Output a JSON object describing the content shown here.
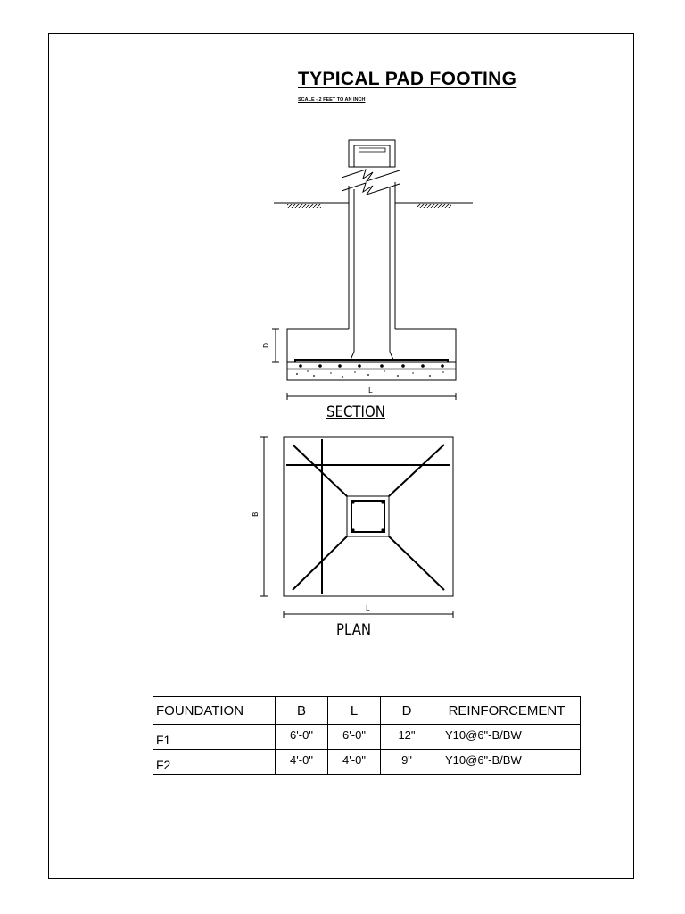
{
  "drawing": {
    "title": "TYPICAL PAD FOOTING",
    "scale_note": "SCALE - 2 FEET TO AN INCH",
    "section": {
      "caption": "SECTION",
      "dim_width": "L",
      "dim_depth": "D"
    },
    "plan": {
      "caption": "PLAN",
      "dim_width": "L",
      "dim_length": "B"
    }
  },
  "schedule": {
    "headers": [
      "FOUNDATION",
      "B",
      "L",
      "D",
      "REINFORCEMENT"
    ],
    "rows": [
      [
        "F1",
        "6'-0\"",
        "6'-0\"",
        "12\"",
        "Y10@6\"-B/BW"
      ],
      [
        "F2",
        "4'-0\"",
        "4'-0\"",
        "9\"",
        "Y10@6\"-B/BW"
      ]
    ]
  }
}
